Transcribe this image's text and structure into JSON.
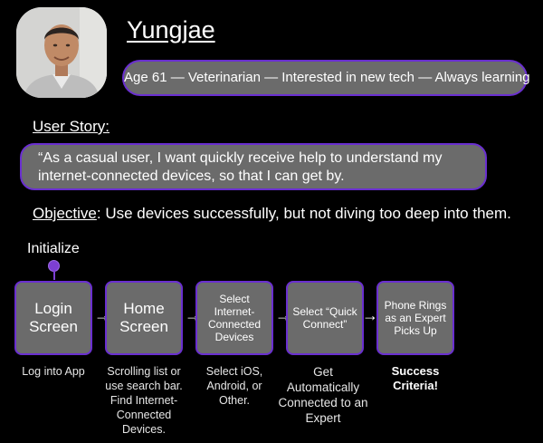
{
  "persona": {
    "name": "Yungjae",
    "tagline": "Age 61 — Veterinarian — Interested in new tech — Always learning"
  },
  "story": {
    "label": "User Story:",
    "text": "“As a casual user, I want quickly receive help to understand my internet-connected devices, so that I can get by."
  },
  "objective": {
    "label": "Objective",
    "text": ": Use devices successfully, but not diving too deep into them."
  },
  "flow": {
    "start_label": "Initialize",
    "arrow_glyph": "→",
    "steps": [
      {
        "title": "Login Screen",
        "caption": "Log into App"
      },
      {
        "title": "Home Screen",
        "caption": "Scrolling list or use search bar. Find Internet-Connected Devices."
      },
      {
        "title": "Select Internet-Connected Devices",
        "caption": "Select iOS, Android, or Other."
      },
      {
        "title": "Select “Quick Connect”",
        "caption": "Get Automatically Connected to an Expert"
      },
      {
        "title": "Phone Rings as an Expert Picks Up",
        "caption": "Success Criteria!"
      }
    ]
  },
  "colors": {
    "background": "#000000",
    "box_fill": "#6b6b6b",
    "accent_purple": "#6a2fd0"
  }
}
